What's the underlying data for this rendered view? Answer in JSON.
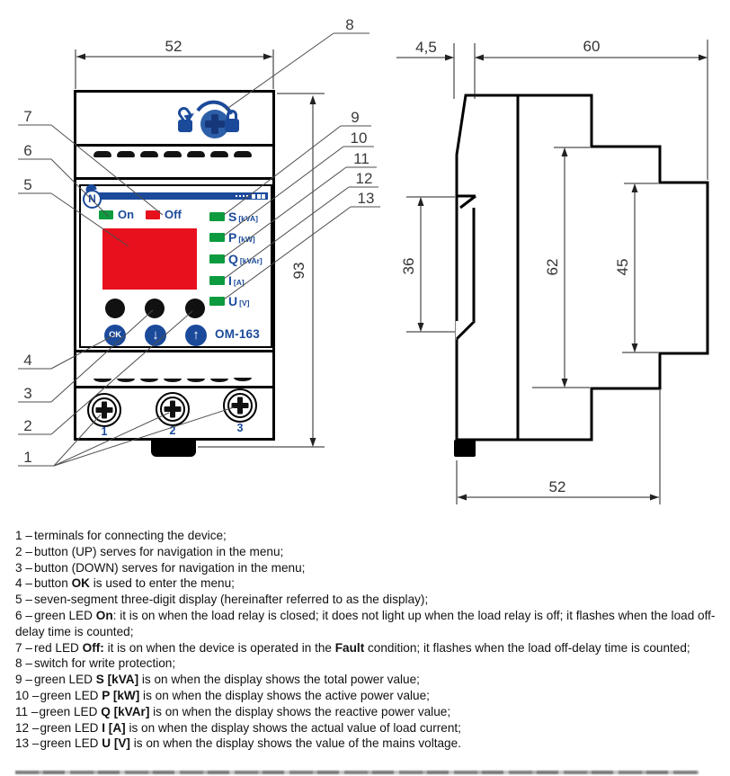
{
  "colors": {
    "navy": "#1b4a9b",
    "green": "#0c9b3e",
    "red": "#e8101c",
    "knob": "#2d5fa8",
    "knob_dark": "#16387a"
  },
  "front": {
    "dim_width": "52",
    "dim_height": "93"
  },
  "side": {
    "dim_offset": "4,5",
    "dim_depth": "60",
    "dim_din": "36",
    "dim_body": "62",
    "dim_front": "45",
    "dim_width": "52"
  },
  "callouts": {
    "n1": "1",
    "n2": "2",
    "n3": "3",
    "n4": "4",
    "n5": "5",
    "n6": "6",
    "n7": "7",
    "n8": "8",
    "n9": "9",
    "n10": "10",
    "n11": "11",
    "n12": "12",
    "n13": "13"
  },
  "panel": {
    "logo_letter": "N",
    "on_label": "On",
    "off_label": "Off",
    "ok_label": "OK",
    "down_arrow": "↓",
    "up_arrow": "↑",
    "model": "OM-163",
    "leds": [
      {
        "letter": "S",
        "unit": "[kVA]"
      },
      {
        "letter": "P",
        "unit": "[kW]"
      },
      {
        "letter": "Q",
        "unit": "[kVAr]"
      },
      {
        "letter": "I",
        "unit": "[A]"
      },
      {
        "letter": "U",
        "unit": "[V]"
      }
    ],
    "terminals": [
      "1",
      "2",
      "3"
    ]
  },
  "legend": {
    "items": [
      {
        "num": "1",
        "parts": [
          {
            "t": "terminals for connecting the device;"
          }
        ]
      },
      {
        "num": "2",
        "parts": [
          {
            "t": "button (UP) serves for navigation in the menu;"
          }
        ]
      },
      {
        "num": "3",
        "parts": [
          {
            "t": "button  (DOWN) serves for navigation in the menu;"
          }
        ]
      },
      {
        "num": "4",
        "parts": [
          {
            "t": "button "
          },
          {
            "t": "OK",
            "b": 1
          },
          {
            "t": " is used to enter the menu;"
          }
        ]
      },
      {
        "num": "5",
        "parts": [
          {
            "t": "seven-segment three-digit display (hereinafter referred to as the display);"
          }
        ]
      },
      {
        "num": "6",
        "parts": [
          {
            "t": "green LED "
          },
          {
            "t": "On",
            "b": 1
          },
          {
            "t": ": it is on when the load relay is closed; it does not light up when the load relay is off; it flashes when the load off-delay time is counted;"
          }
        ]
      },
      {
        "num": "7",
        "parts": [
          {
            "t": "red LED "
          },
          {
            "t": "Off:",
            "b": 1
          },
          {
            "t": " it is on when the device is operated in the "
          },
          {
            "t": "Fault",
            "b": 1
          },
          {
            "t": " condition; it flashes when the load off-delay time is counted;"
          }
        ]
      },
      {
        "num": "8",
        "parts": [
          {
            "t": "switch for write protection;"
          }
        ]
      },
      {
        "num": "9",
        "parts": [
          {
            "t": "green LED "
          },
          {
            "t": "S [kVA]",
            "b": 1
          },
          {
            "t": " is on when the display shows the total power value;"
          }
        ]
      },
      {
        "num": "10",
        "parts": [
          {
            "t": "green LED "
          },
          {
            "t": "P [kW]",
            "b": 1
          },
          {
            "t": " is on when the display shows the active power value;"
          }
        ]
      },
      {
        "num": "11",
        "parts": [
          {
            "t": "green LED "
          },
          {
            "t": "Q [kVAr]",
            "b": 1
          },
          {
            "t": " is on when the display shows the reactive power value;"
          }
        ]
      },
      {
        "num": "12",
        "parts": [
          {
            "t": "green LED "
          },
          {
            "t": "I [A]",
            "b": 1
          },
          {
            "t": " is on when the display shows the actual value of load current;"
          }
        ]
      },
      {
        "num": "13",
        "parts": [
          {
            "t": "green LED "
          },
          {
            "t": "U [V]",
            "b": 1
          },
          {
            "t": " is on when the display shows the value of the mains voltage."
          }
        ]
      }
    ]
  }
}
